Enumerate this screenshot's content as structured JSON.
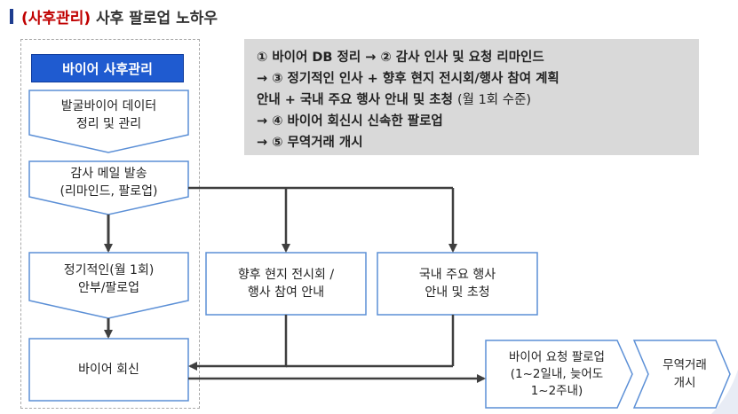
{
  "title": {
    "category": "(사후관리)",
    "text": "사후 팔로업 노하우"
  },
  "header": "바이어 사후관리",
  "info": {
    "line1": "① 바이어 DB 정리 → ② 감사 인사 및 요청 리마인드",
    "line2": "→ ③ 정기적인 인사 + 향후 현지 전시회/행사 참여 계획",
    "line3_main": "안내 + 국내 주요 행사 안내 및 초청",
    "line3_note": "(월 1회 수준)",
    "line4": "→ ④ 바이어 회신시 신속한 팔로업",
    "line5": "→ ⑤ 무역거래 개시"
  },
  "nodes": {
    "data_cleanup": [
      "발굴바이어 데이터",
      "정리 및 관리"
    ],
    "thanks_mail": [
      "감사 메일 발송",
      "(리마인드, 팔로업)"
    ],
    "regular_greeting": [
      "정기적인(월 1회)",
      "안부/팔로업"
    ],
    "buyer_reply": [
      "바이어 회신"
    ],
    "overseas_event": [
      "향후 현지 전시회 /",
      "행사 참여 안내"
    ],
    "domestic_event": [
      "국내 주요 행사",
      "안내 및 초청"
    ],
    "request_followup": [
      "바이어 요청 팔로업",
      "(1~2일내, 늦어도",
      "1~2주내)"
    ],
    "trade_start": [
      "무역거래",
      "개시"
    ]
  },
  "colors": {
    "title_accent": "#c00000",
    "header_fill": "#1f5bd0",
    "node_border": "#5b8fd6",
    "arrow": "#3f3f3f",
    "info_fill": "#d9d9d9"
  }
}
